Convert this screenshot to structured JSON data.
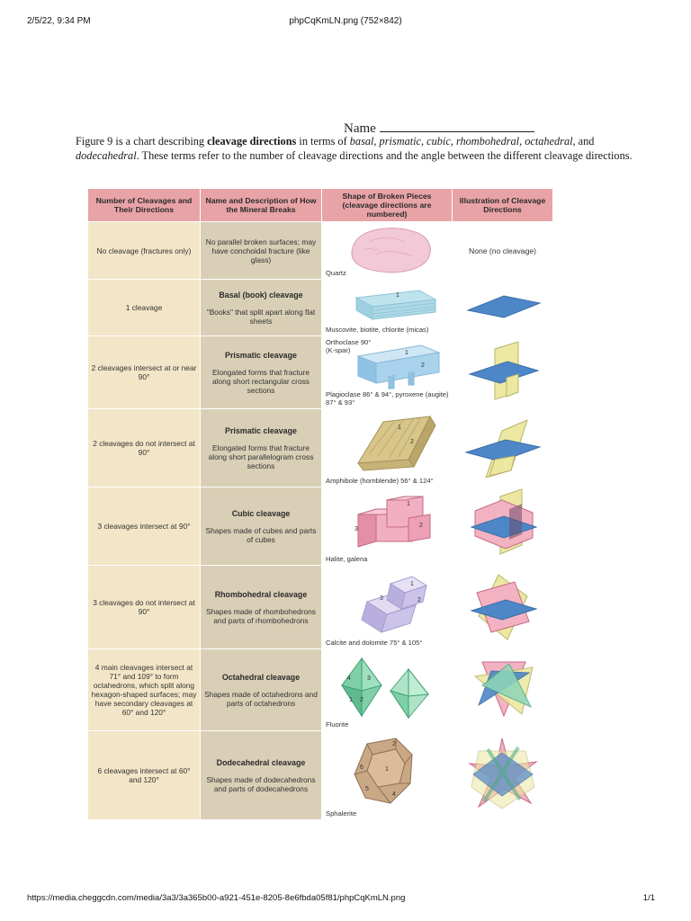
{
  "browser": {
    "timestamp": "2/5/22, 9:34 PM",
    "doc_title": "phpCqKmLN.png (752×842)",
    "url": "https://media.cheggcdn.com/media/3a3/3a365b00-a921-451e-8205-8e6fbda05f81/phpCqKmLN.png",
    "page_count": "1/1"
  },
  "worksheet": {
    "name_label": "Name",
    "intro": {
      "p1": "Figure 9 is a chart describing ",
      "b1": "cleavage directions",
      "p2": " in terms of ",
      "i1": "basal, prismatic, cubic, rhombohedral, octahedral,",
      "p3": " and ",
      "i2": "dodecahedral",
      "p4": ". These terms refer to the number of cleavage directions and the angle between the different cleavage directions."
    }
  },
  "table": {
    "headers": [
      "Number of Cleavages and Their Directions",
      "Name and Description of How the Mineral Breaks",
      "Shape of Broken Pieces (cleavage directions are numbered)",
      "Illustration of Cleavage Directions"
    ],
    "rows": [
      {
        "count": "No cleavage (fractures only)",
        "title": "",
        "desc": "No parallel broken surfaces; may have conchoidal fracture (like glass)",
        "mineral": "Quartz",
        "illustration": "None (no cleavage)"
      },
      {
        "count": "1 cleavage",
        "title": "Basal (book) cleavage",
        "desc": "\"Books\" that split apart along flat sheets",
        "mineral": "Muscovite, biotite, chlorite (micas)",
        "illustration": ""
      },
      {
        "count": "2 cleavages intersect at or near 90°",
        "title": "Prismatic cleavage",
        "desc": "Elongated forms that fracture along short rectangular cross sections",
        "mineral_top": "Orthoclase 90° (K-spar)",
        "mineral": "Plagioclase 86° & 94°, pyroxene (augite) 87° & 93°",
        "illustration": ""
      },
      {
        "count": "2 cleavages do not intersect at 90°",
        "title": "Prismatic cleavage",
        "desc": "Elongated forms that fracture along short parallelogram cross sections",
        "mineral": "Amphibole (hornblende) 56° & 124°",
        "illustration": ""
      },
      {
        "count": "3 cleavages intersect at 90°",
        "title": "Cubic cleavage",
        "desc": "Shapes made of cubes and parts of cubes",
        "mineral": "Halite, galena",
        "illustration": ""
      },
      {
        "count": "3 cleavages do not intersect at 90°",
        "title": "Rhombohedral cleavage",
        "desc": "Shapes made of rhombohedrons and parts of rhombohedrons",
        "mineral": "Calcite and dolomite 75° & 105°",
        "illustration": ""
      },
      {
        "count": "4 main cleavages intersect at 71° and 109° to form octahedrons, which split along hexagon-shaped surfaces; may have secondary cleavages at 60° and 120°",
        "title": "Octahedral cleavage",
        "desc": "Shapes made of octahedrons and parts of octahedrons",
        "mineral": "Fluorite",
        "illustration": ""
      },
      {
        "count": "6 cleavages intersect at 60° and 120°",
        "title": "Dodecahedral cleavage",
        "desc": "Shapes made of dodecahedrons and parts of dodecahedrons",
        "mineral": "Sphalerite",
        "illustration": ""
      }
    ],
    "shape_numbers": {
      "mica": [
        "1"
      ],
      "orthoclase": [
        "1",
        "2"
      ],
      "amphibole": [
        "1",
        "2"
      ],
      "halite": [
        "1",
        "2",
        "3"
      ],
      "calcite": [
        "1",
        "2",
        "3"
      ],
      "fluorite": [
        "4",
        "3",
        "1",
        "2"
      ],
      "sphalerite": [
        "2",
        "1",
        "6",
        "5",
        "4"
      ]
    }
  }
}
